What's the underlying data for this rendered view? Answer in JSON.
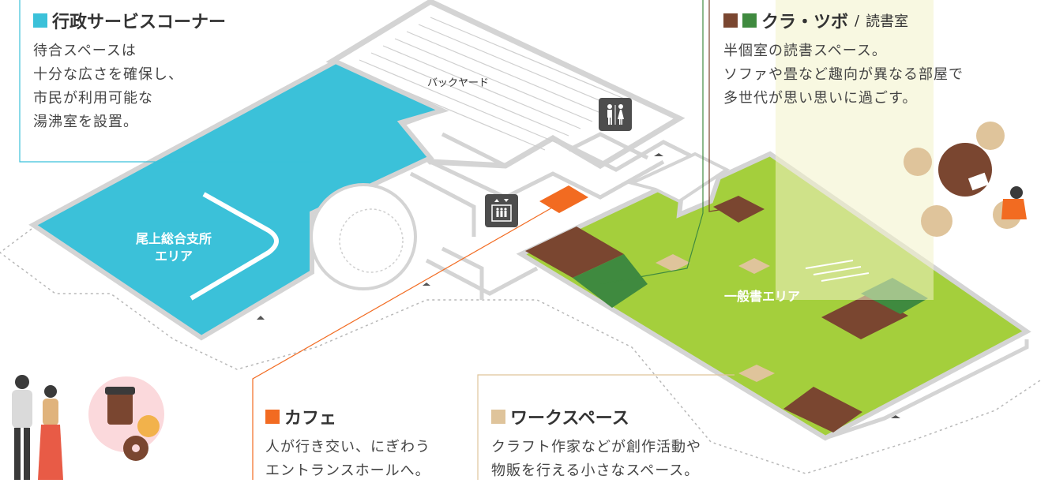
{
  "legends": {
    "admin": {
      "title": "行政サービスコーナー",
      "color": "#3bc1d9",
      "lines": [
        "待合スペースは",
        "十分な広さを確保し、",
        "市民が利用可能な",
        "湯沸室を設置。"
      ]
    },
    "kuratsubo": {
      "title": "クラ・ツボ",
      "separator": "/",
      "subtitle": "読書室",
      "colors": [
        "#7a4630",
        "#3f8a3f"
      ],
      "lines": [
        "半個室の読書スペース。",
        "ソファや畳など趣向が異なる部屋で",
        "多世代が思い思いに過ごす。"
      ]
    },
    "cafe": {
      "title": "カフェ",
      "color": "#f26b21",
      "lines": [
        "人が行き交い、にぎわう",
        "エントランスホールへ。"
      ]
    },
    "workspace": {
      "title": "ワークスペース",
      "color": "#dfc49b",
      "lines": [
        "クラフト作家などが創作活動や",
        "物販を行える小さなスペース。"
      ]
    }
  },
  "map": {
    "branch_area": [
      "尾上総合支所",
      "エリア"
    ],
    "general_area": "一般書エリア",
    "backyard": "バックヤード",
    "toilet_icon": "restroom-icon",
    "elevator_icon": "elevator-icon"
  },
  "colors": {
    "admin": "#3bc1d9",
    "green_floor": "#a4cf3c",
    "brown": "#7a4630",
    "dark_green": "#3f8a3f",
    "beige": "#dfc49b",
    "orange": "#f26b21",
    "wall": "#d9d9d9"
  }
}
